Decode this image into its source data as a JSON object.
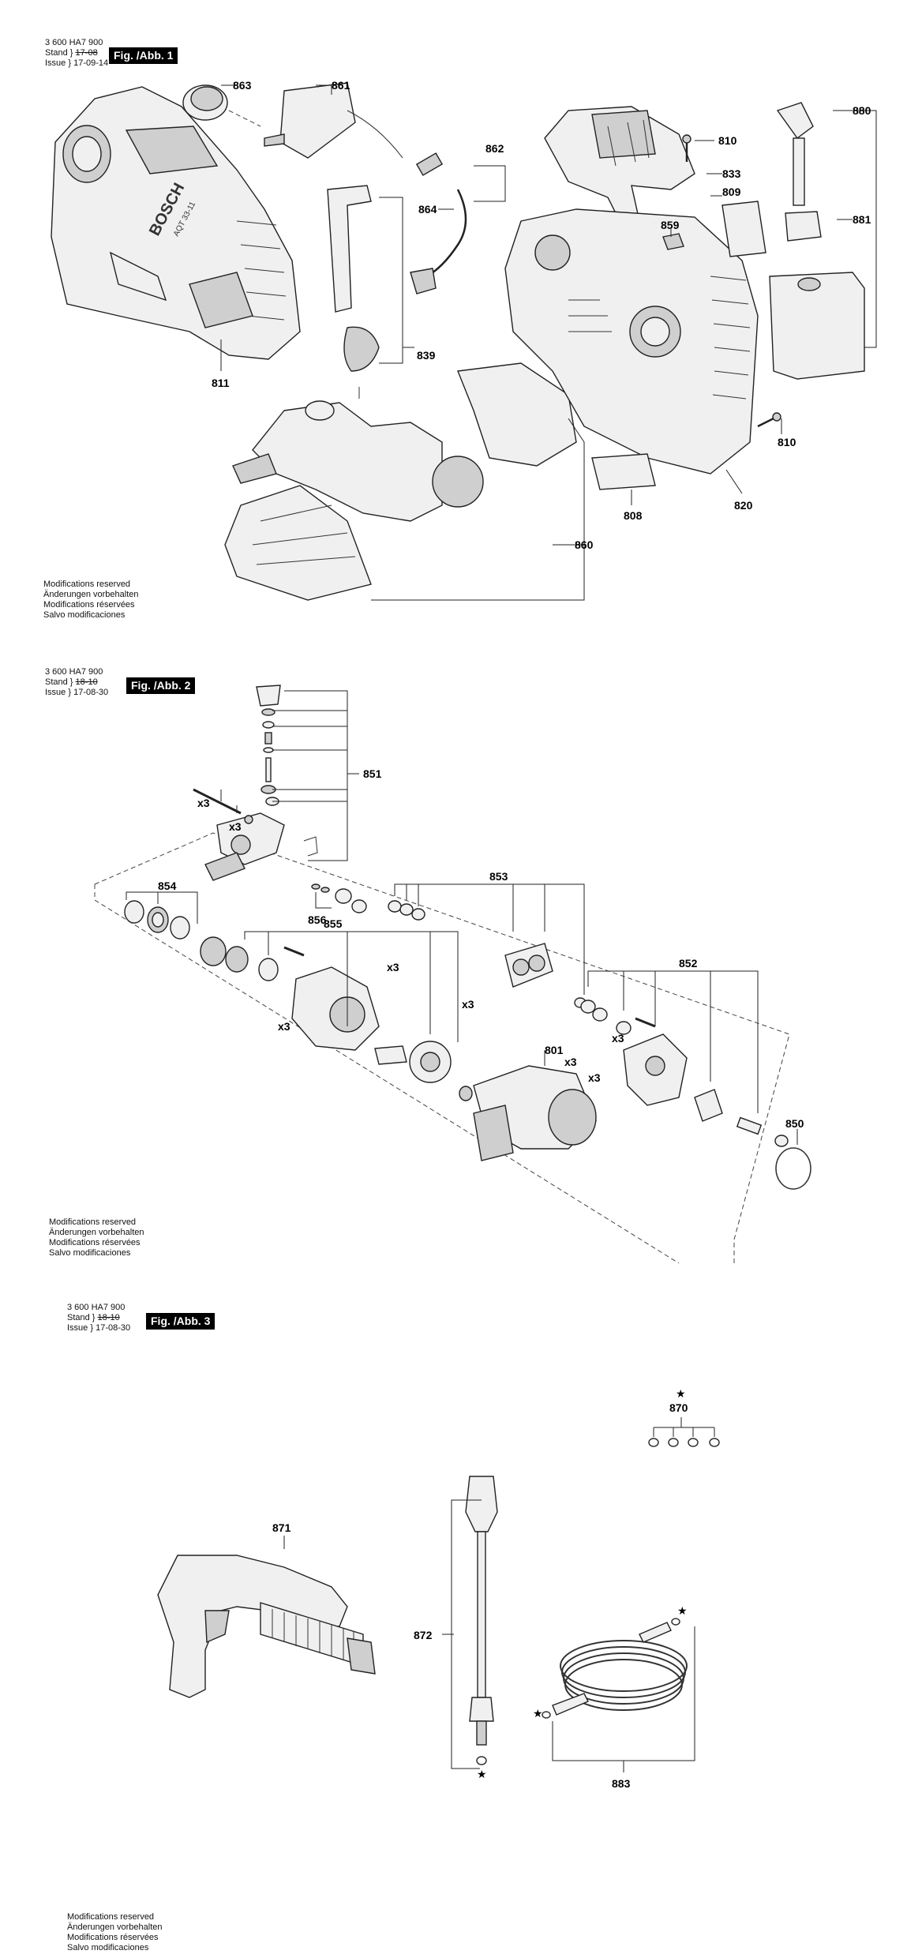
{
  "figures": [
    {
      "doc_number": "3 600 HA7 900",
      "stand_label": "Stand",
      "stand_value": "17-08",
      "issue_label": "Issue",
      "issue_value": "17-09-14",
      "badge": "Fig. /Abb. 1",
      "notes": [
        "Modifications reserved",
        "Änderungen vorbehalten",
        "Modifications réservées",
        "Salvo modificaciones"
      ],
      "callouts": [
        "863",
        "861",
        "862",
        "864",
        "839",
        "811",
        "810",
        "833",
        "809",
        "859",
        "880",
        "881",
        "810",
        "820",
        "808",
        "860"
      ],
      "housing_brand": "BOSCH",
      "housing_model": "AQT 33-11"
    },
    {
      "doc_number": "3 600 HA7 900",
      "stand_label": "Stand",
      "stand_value": "18-10",
      "issue_label": "Issue",
      "issue_value": "17-08-30",
      "badge": "Fig. /Abb. 2",
      "notes": [
        "Modifications reserved",
        "Änderungen vorbehalten",
        "Modifications réservées",
        "Salvo modificaciones"
      ],
      "callouts": [
        "851",
        "856",
        "853",
        "854",
        "855",
        "852",
        "850",
        "801"
      ],
      "quantities": [
        "x3",
        "x3",
        "x3",
        "x3",
        "x3",
        "x3",
        "x3",
        "x3"
      ]
    },
    {
      "doc_number": "3 600 HA7 900",
      "stand_label": "Stand",
      "stand_value": "18-10",
      "issue_label": "Issue",
      "issue_value": "17-08-30",
      "badge": "Fig. /Abb. 3",
      "notes": [
        "Modifications reserved",
        "Änderungen vorbehalten",
        "Modifications réservées",
        "Salvo modificaciones"
      ],
      "callouts": [
        "870",
        "871",
        "872",
        "883"
      ],
      "star": "★"
    }
  ]
}
